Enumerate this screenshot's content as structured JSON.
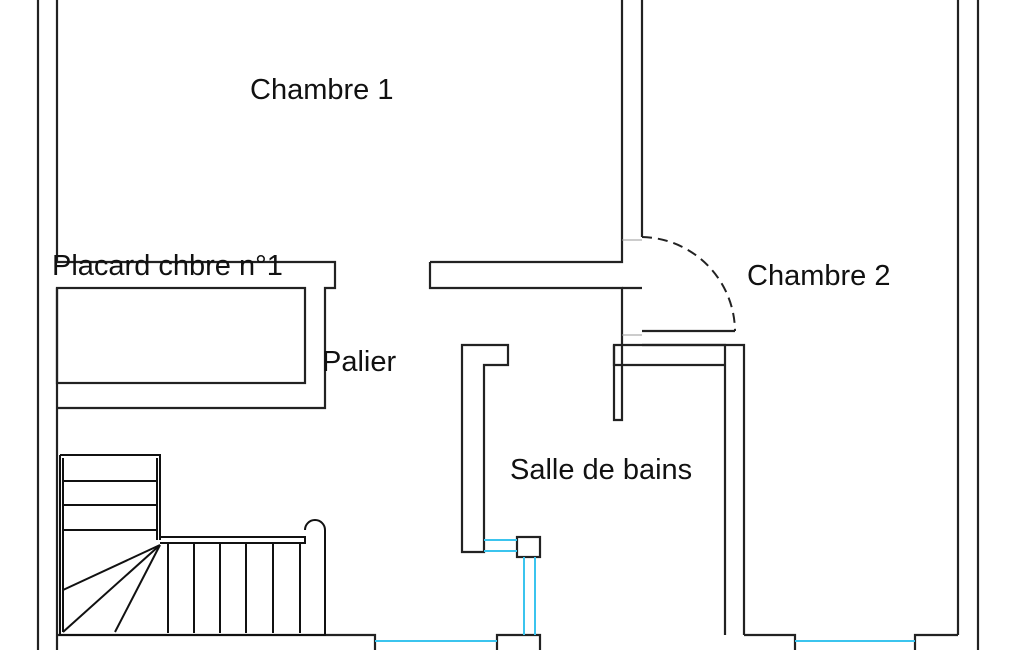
{
  "rooms": {
    "chambre1": "Chambre 1",
    "placard": "Placard chbre n°1",
    "palier": "Palier",
    "chambre2": "Chambre 2",
    "salle_de_bains": "Salle de bains"
  },
  "colors": {
    "walls": "#222222",
    "windows": "#3bc4ee"
  }
}
